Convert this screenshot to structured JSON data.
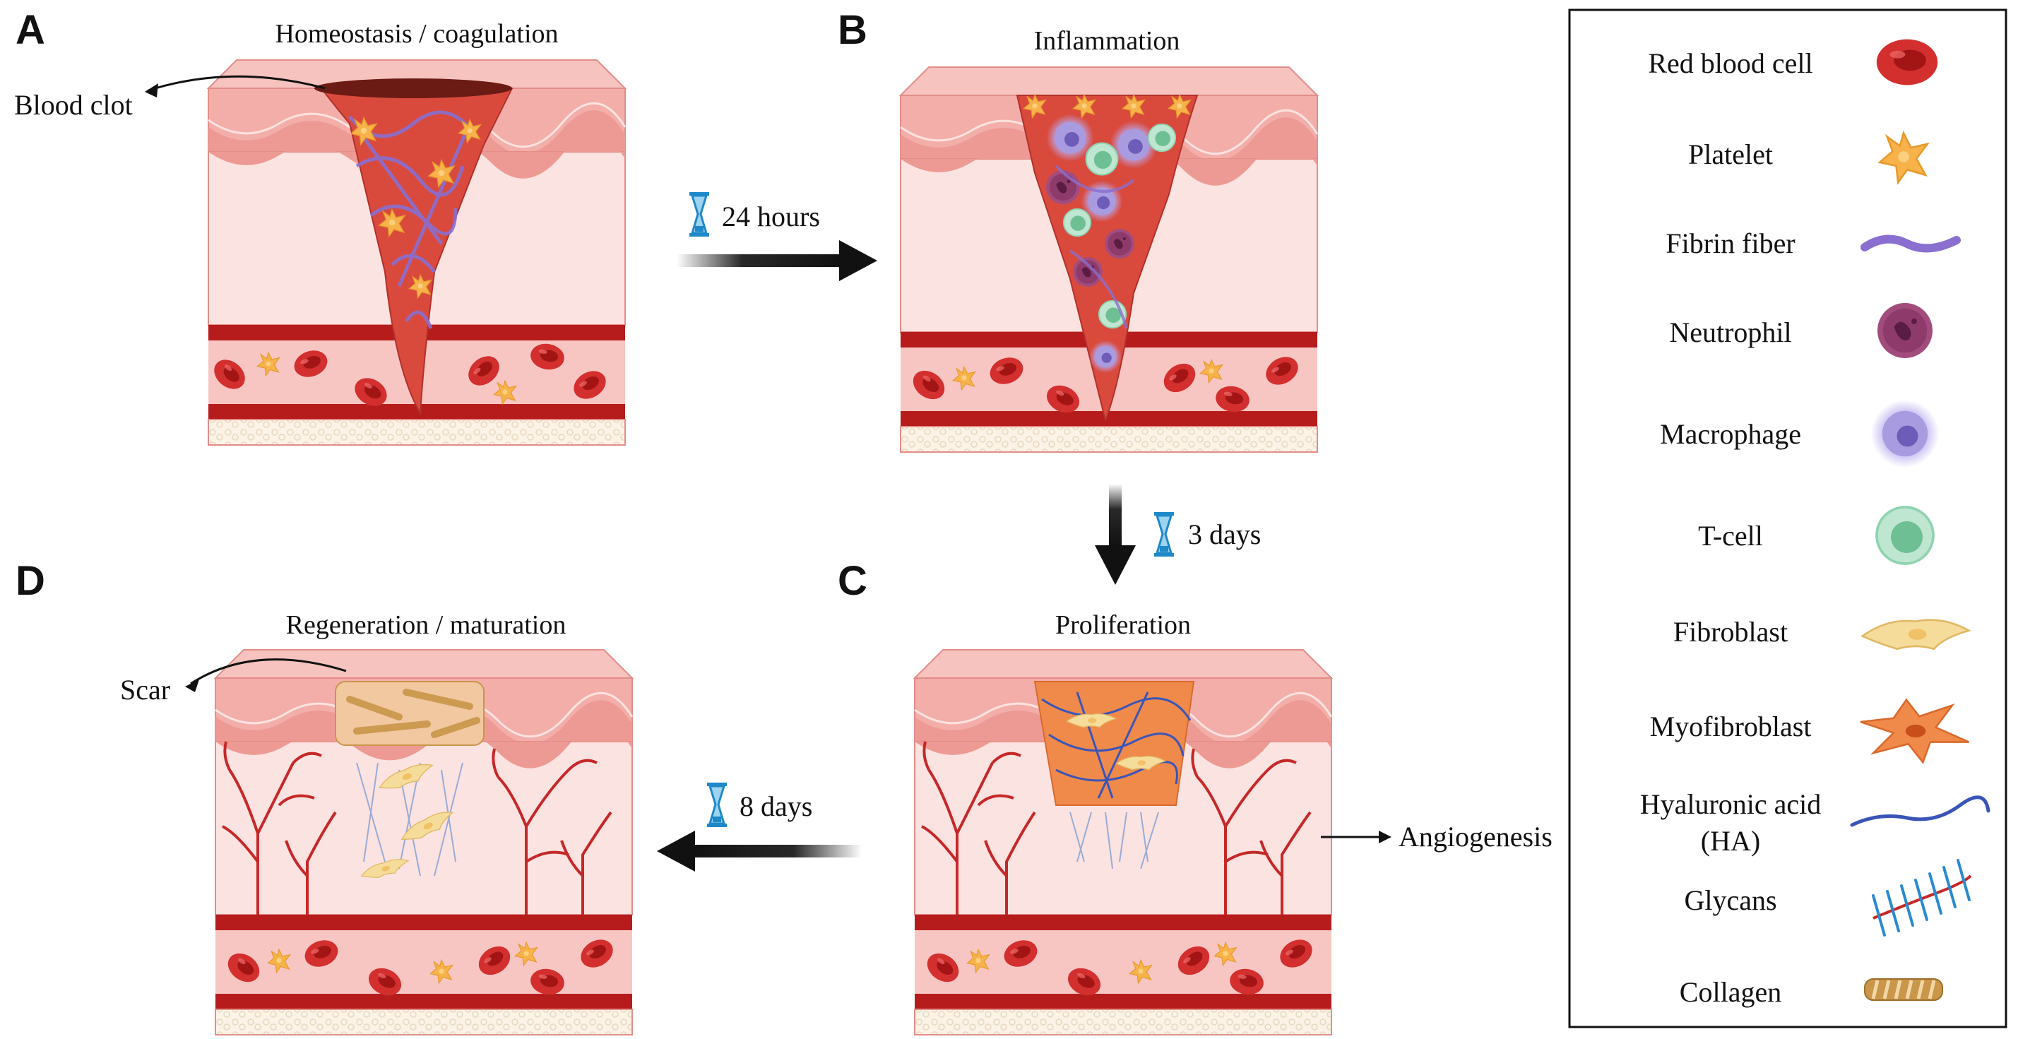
{
  "panels": [
    {
      "letter": "A",
      "title": "Homeostasis / coagulation",
      "annotation": "Blood clot"
    },
    {
      "letter": "B",
      "title": "Inflammation",
      "annotation": ""
    },
    {
      "letter": "C",
      "title": "Proliferation",
      "annotation": "Angiogenesis"
    },
    {
      "letter": "D",
      "title": "Regeneration / maturation",
      "annotation": "Scar"
    }
  ],
  "transitions": [
    {
      "time": "24 hours",
      "from": "A",
      "to": "B"
    },
    {
      "time": "3 days",
      "from": "B",
      "to": "C"
    },
    {
      "time": "8 days",
      "from": "C",
      "to": "D"
    }
  ],
  "legend": {
    "items": [
      {
        "label": "Red blood cell",
        "icon": "red-blood-cell-icon"
      },
      {
        "label": "Platelet",
        "icon": "platelet-icon"
      },
      {
        "label": "Fibrin fiber",
        "icon": "fibrin-fiber-icon"
      },
      {
        "label": "Neutrophil",
        "icon": "neutrophil-icon"
      },
      {
        "label": "Macrophage",
        "icon": "macrophage-icon"
      },
      {
        "label": "T-cell",
        "icon": "t-cell-icon"
      },
      {
        "label": "Fibroblast",
        "icon": "fibroblast-icon"
      },
      {
        "label": "Myofibroblast",
        "icon": "myofibroblast-icon"
      },
      {
        "label": "Hyaluronic acid",
        "label_line2": "(HA)",
        "icon": "hyaluronic-acid-icon"
      },
      {
        "label": "Glycans",
        "icon": "glycans-icon"
      },
      {
        "label": "Collagen",
        "icon": "collagen-icon"
      }
    ]
  },
  "colors": {
    "skin_top": "#f3b9b5",
    "dermis": "#fbe3e1",
    "epidermis": "#f09a96",
    "vessel_wall": "#b71c1c",
    "vessel_lumen": "#f7c6c3",
    "fat": "#fbf3e6",
    "wound_fill": "#d94a3d",
    "rbc": "#c62828",
    "platelet": "#f7b24a",
    "fibrin": "#8a6fd0",
    "neutrophil": "#8e3b6b",
    "macrophage": "#a89be0",
    "tcell": "#8fd3b0",
    "fibroblast": "#f6dc9a",
    "myofibroblast": "#f08a4b",
    "ha": "#3a55b8",
    "glycan": "#2a8ad0",
    "collagen": "#c9964a",
    "arrow": "#111111",
    "hourglass": "#1e88c8"
  }
}
